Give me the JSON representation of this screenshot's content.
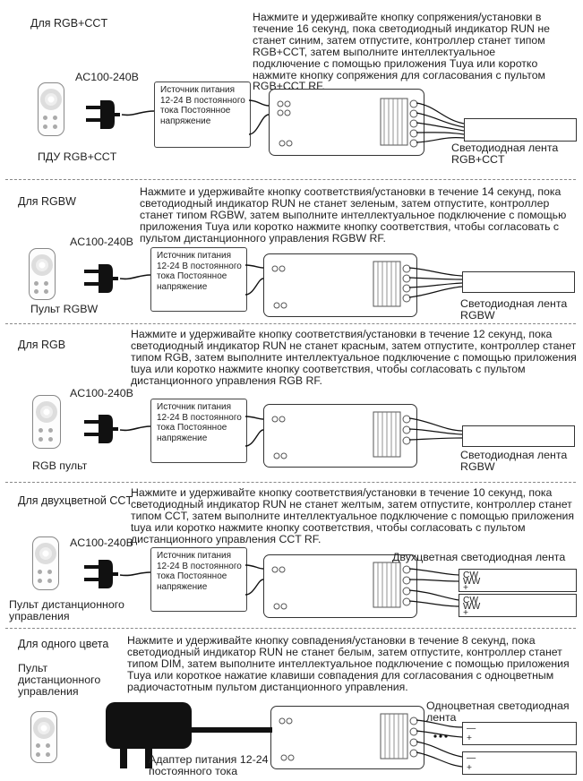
{
  "sections": [
    {
      "heading": "Для RGB+CCT",
      "instruction": "Нажмите и удерживайте кнопку сопряжения/установки в течение 16 секунд, пока светодиодный индикатор RUN не станет синим, затем отпустите, контроллер станет типом RGB+CCT, затем выполните интеллектуальное подключение с помощью приложения Tuya или коротко нажмите кнопку сопряжения для согласования с пультом RGB+CCT RF.",
      "voltage": "AC100-240В",
      "psu_label": "Источник питания 12-24 В постоянного тока Постоянное напряжение",
      "remote_label": "ПДУ RGB+CCT",
      "strip_label": "Светодиодная лента RGB+CCT"
    },
    {
      "heading": "Для RGBW",
      "instruction": "Нажмите и удерживайте кнопку соответствия/установки в течение 14 секунд, пока светодиодный индикатор RUN не станет зеленым, затем отпустите, контроллер станет типом RGBW, затем выполните интеллектуальное подключение с помощью приложения Tuya или коротко нажмите кнопку соответствия, чтобы согласовать с пультом дистанционного управления RGBW RF.",
      "voltage": "AC100-240В",
      "psu_label": "Источник питания 12-24 В постоянного тока Постоянное напряжение",
      "remote_label": "Пульт RGBW",
      "strip_label": "Светодиодная лента RGBW"
    },
    {
      "heading": "Для RGB",
      "instruction": "Нажмите и удерживайте кнопку соответствия/установки в течение 12 секунд, пока светодиодный индикатор RUN не станет красным, затем отпустите, контроллер станет типом RGB, затем выполните интеллектуальное подключение с помощью приложения tuya или коротко нажмите кнопку соответствия, чтобы согласовать с пультом дистанционного управления RGB RF.",
      "voltage": "AC100-240В",
      "psu_label": "Источник питания 12-24 В постоянного тока Постоянное напряжение",
      "remote_label": "RGB пульт",
      "strip_label": "Светодиодная лента RGBW"
    },
    {
      "heading": "Для двухцветной CCT",
      "instruction": "Нажмите и удерживайте кнопку соответствия/установки в течение 10 секунд, пока светодиодный индикатор RUN не станет желтым, затем отпустите, контроллер станет типом CCT, затем выполните интеллектуальное подключение с помощью приложения tuya или коротко нажмите кнопку соответствия, чтобы согласовать с пультом дистанционного управления CCT RF.",
      "voltage": "AC100-240В",
      "psu_label": "Источник питания 12-24 В постоянного тока Постоянное напряжение",
      "remote_label": "Пульт дистанционного управления",
      "strip_label": "Двухцветная светодиодная лента",
      "strip_terminals": [
        "CW",
        "WW",
        "+"
      ]
    },
    {
      "heading": "Для одного цвета",
      "instruction": "Нажмите и удерживайте кнопку совпадения/установки в течение 8 секунд, пока светодиодный индикатор RUN не станет белым, затем отпустите, контроллер станет типом DIM, затем выполните интеллектуальное подключение с помощью приложения Tuya или короткое нажатие клавиши совпадения для согласования с одноцветным радиочастотным пультом дистанционного управления.",
      "remote_label": "Пульт дистанционного управления",
      "strip_label": "Одноцветная светодиодная лента",
      "adapter_label": "Адаптер питания 12-24 В постоянного тока",
      "strip_terminals": [
        "—",
        "+"
      ]
    }
  ]
}
